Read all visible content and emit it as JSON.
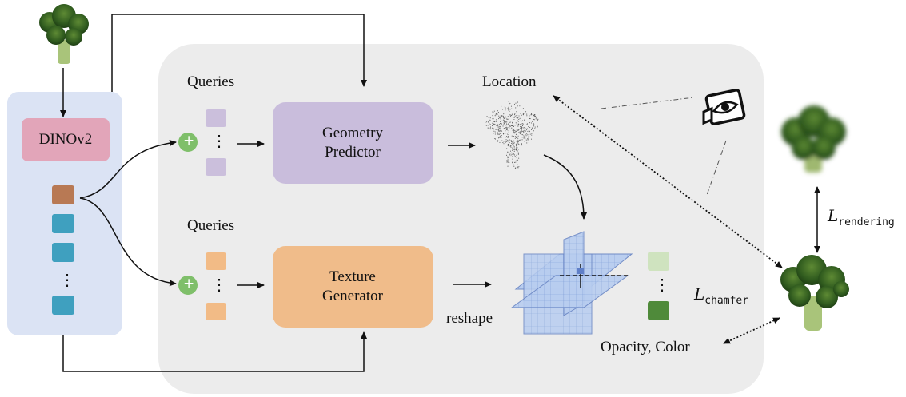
{
  "dino_label": "DINOv2",
  "queries_top": "Queries",
  "queries_bottom": "Queries",
  "geometry_predictor": "Geometry Predictor",
  "texture_generator": "Texture Generator",
  "location": "Location",
  "reshape": "reshape",
  "opacity_color": "Opacity, Color",
  "loss_rendering": {
    "symbol": "L",
    "sub": "rendering"
  },
  "loss_chamfer": {
    "symbol": "L",
    "sub": "chamfer"
  },
  "ellipsis": "⋮",
  "plus": "+",
  "icons": [
    "broccoli-input-image",
    "camera-eye-icon",
    "triplane-icon",
    "point-cloud-icon",
    "broccoli-render-image",
    "broccoli-gt-image"
  ],
  "colors": {
    "encoder_panel": "#dbe3f4",
    "main_panel": "#ececec",
    "dino": "#e2a5b9",
    "geometry": "#c9bddc",
    "texture": "#f0bc8a",
    "token_brown": "#b87954",
    "token_teal": "#3fa0bf",
    "query_purple": "#cbbfdc",
    "query_orange": "#f2bb86",
    "plus_green": "#7fbf6a",
    "opacity_light": "#cfe3bf",
    "opacity_dark": "#4f8a3a"
  }
}
